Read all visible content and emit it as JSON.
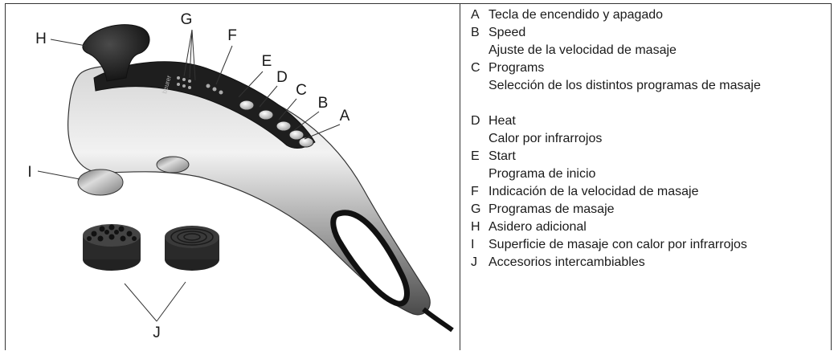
{
  "figure": {
    "callouts": {
      "H": "H",
      "G": "G",
      "F": "F",
      "E": "E",
      "D": "D",
      "C": "C",
      "B": "B",
      "A": "A",
      "I": "I",
      "J": "J"
    },
    "brand_text": "beurer"
  },
  "legend": {
    "items": [
      {
        "letter": "A",
        "text": "Tecla de encendido y apagado"
      },
      {
        "letter": "B",
        "text": "Speed"
      },
      {
        "letter": "",
        "text": "Ajuste de la velocidad de masaje"
      },
      {
        "letter": "C",
        "text": "Programs"
      },
      {
        "letter": "",
        "text": "Selección de los distintos programas de masaje"
      },
      {
        "letter": "D",
        "text": "Heat"
      },
      {
        "letter": "",
        "text": "Calor por infrarrojos"
      },
      {
        "letter": "E",
        "text": "Start"
      },
      {
        "letter": "",
        "text": "Programa de inicio"
      },
      {
        "letter": "F",
        "text": "Indicación de la velocidad de masaje"
      },
      {
        "letter": "G",
        "text": "Programas de masaje"
      },
      {
        "letter": "H",
        "text": "Asidero adicional"
      },
      {
        "letter": "I",
        "text": "Superficie de masaje con calor por infrarrojos"
      },
      {
        "letter": "J",
        "text": "Accesorios intercambiables"
      }
    ]
  }
}
